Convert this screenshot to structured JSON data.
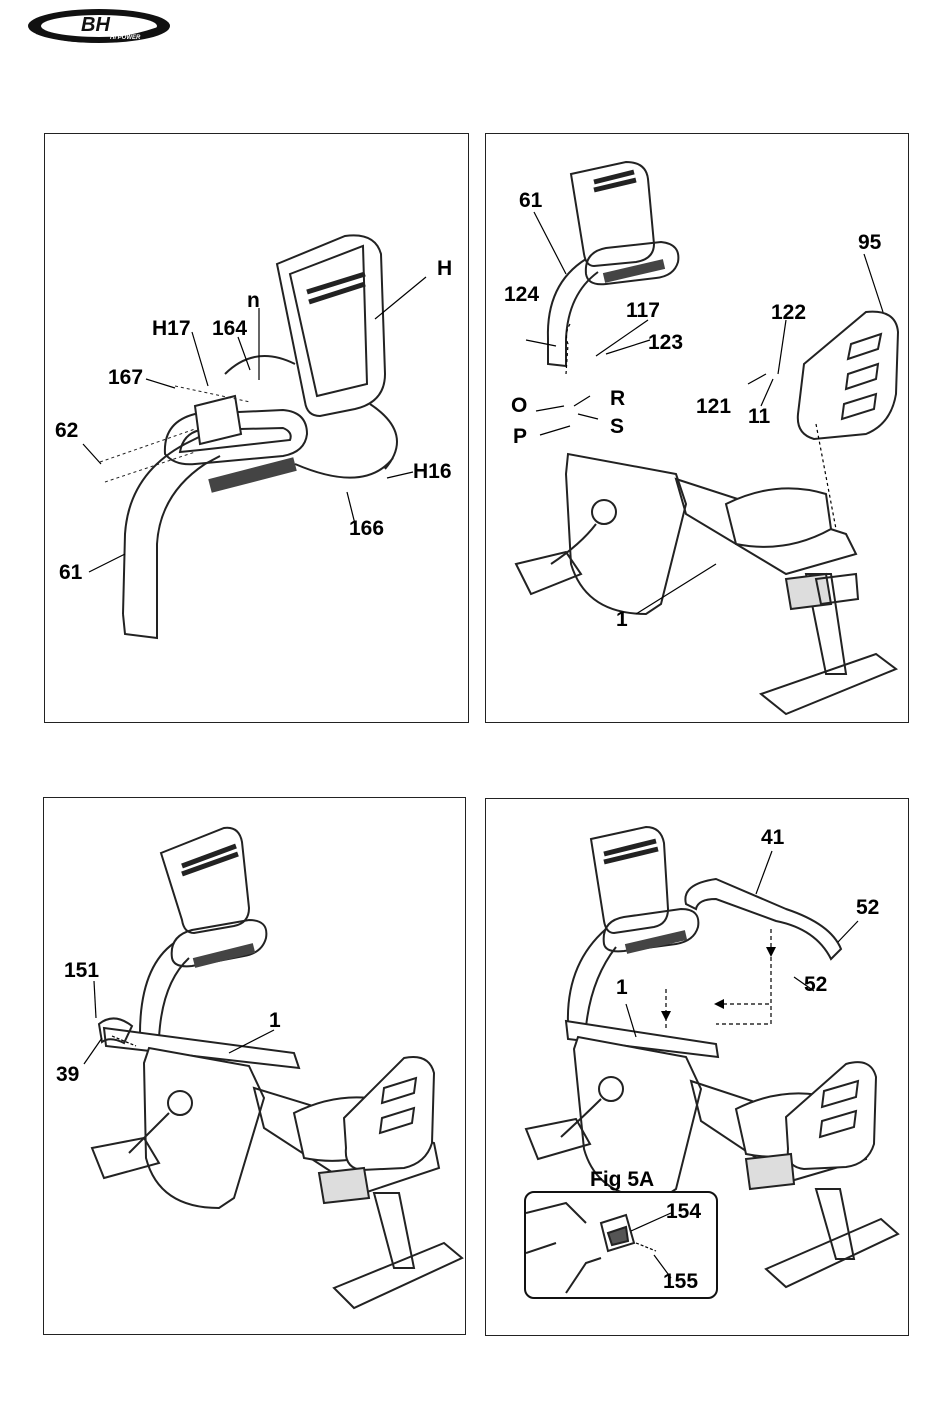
{
  "logo": {
    "brand": "BH",
    "tagline": "HI POWER"
  },
  "panels": [
    {
      "id": "step-1",
      "labels": {
        "H": "H",
        "n": "n",
        "H17": "H17",
        "164": "164",
        "167": "167",
        "62": "62",
        "61": "61",
        "166": "166",
        "H16": "H16"
      }
    },
    {
      "id": "step-2",
      "labels": {
        "61": "61",
        "124": "124",
        "117": "117",
        "123": "123",
        "95": "95",
        "122": "122",
        "121": "121",
        "11": "11",
        "O": "O",
        "R": "R",
        "P": "P",
        "S": "S",
        "1": "1"
      }
    },
    {
      "id": "step-3",
      "labels": {
        "151": "151",
        "1": "1",
        "39": "39"
      }
    },
    {
      "id": "step-4",
      "labels": {
        "41": "41",
        "52a": "52",
        "52b": "52",
        "1": "1",
        "fig": "Fig 5A",
        "154": "154",
        "155": "155"
      }
    }
  ]
}
